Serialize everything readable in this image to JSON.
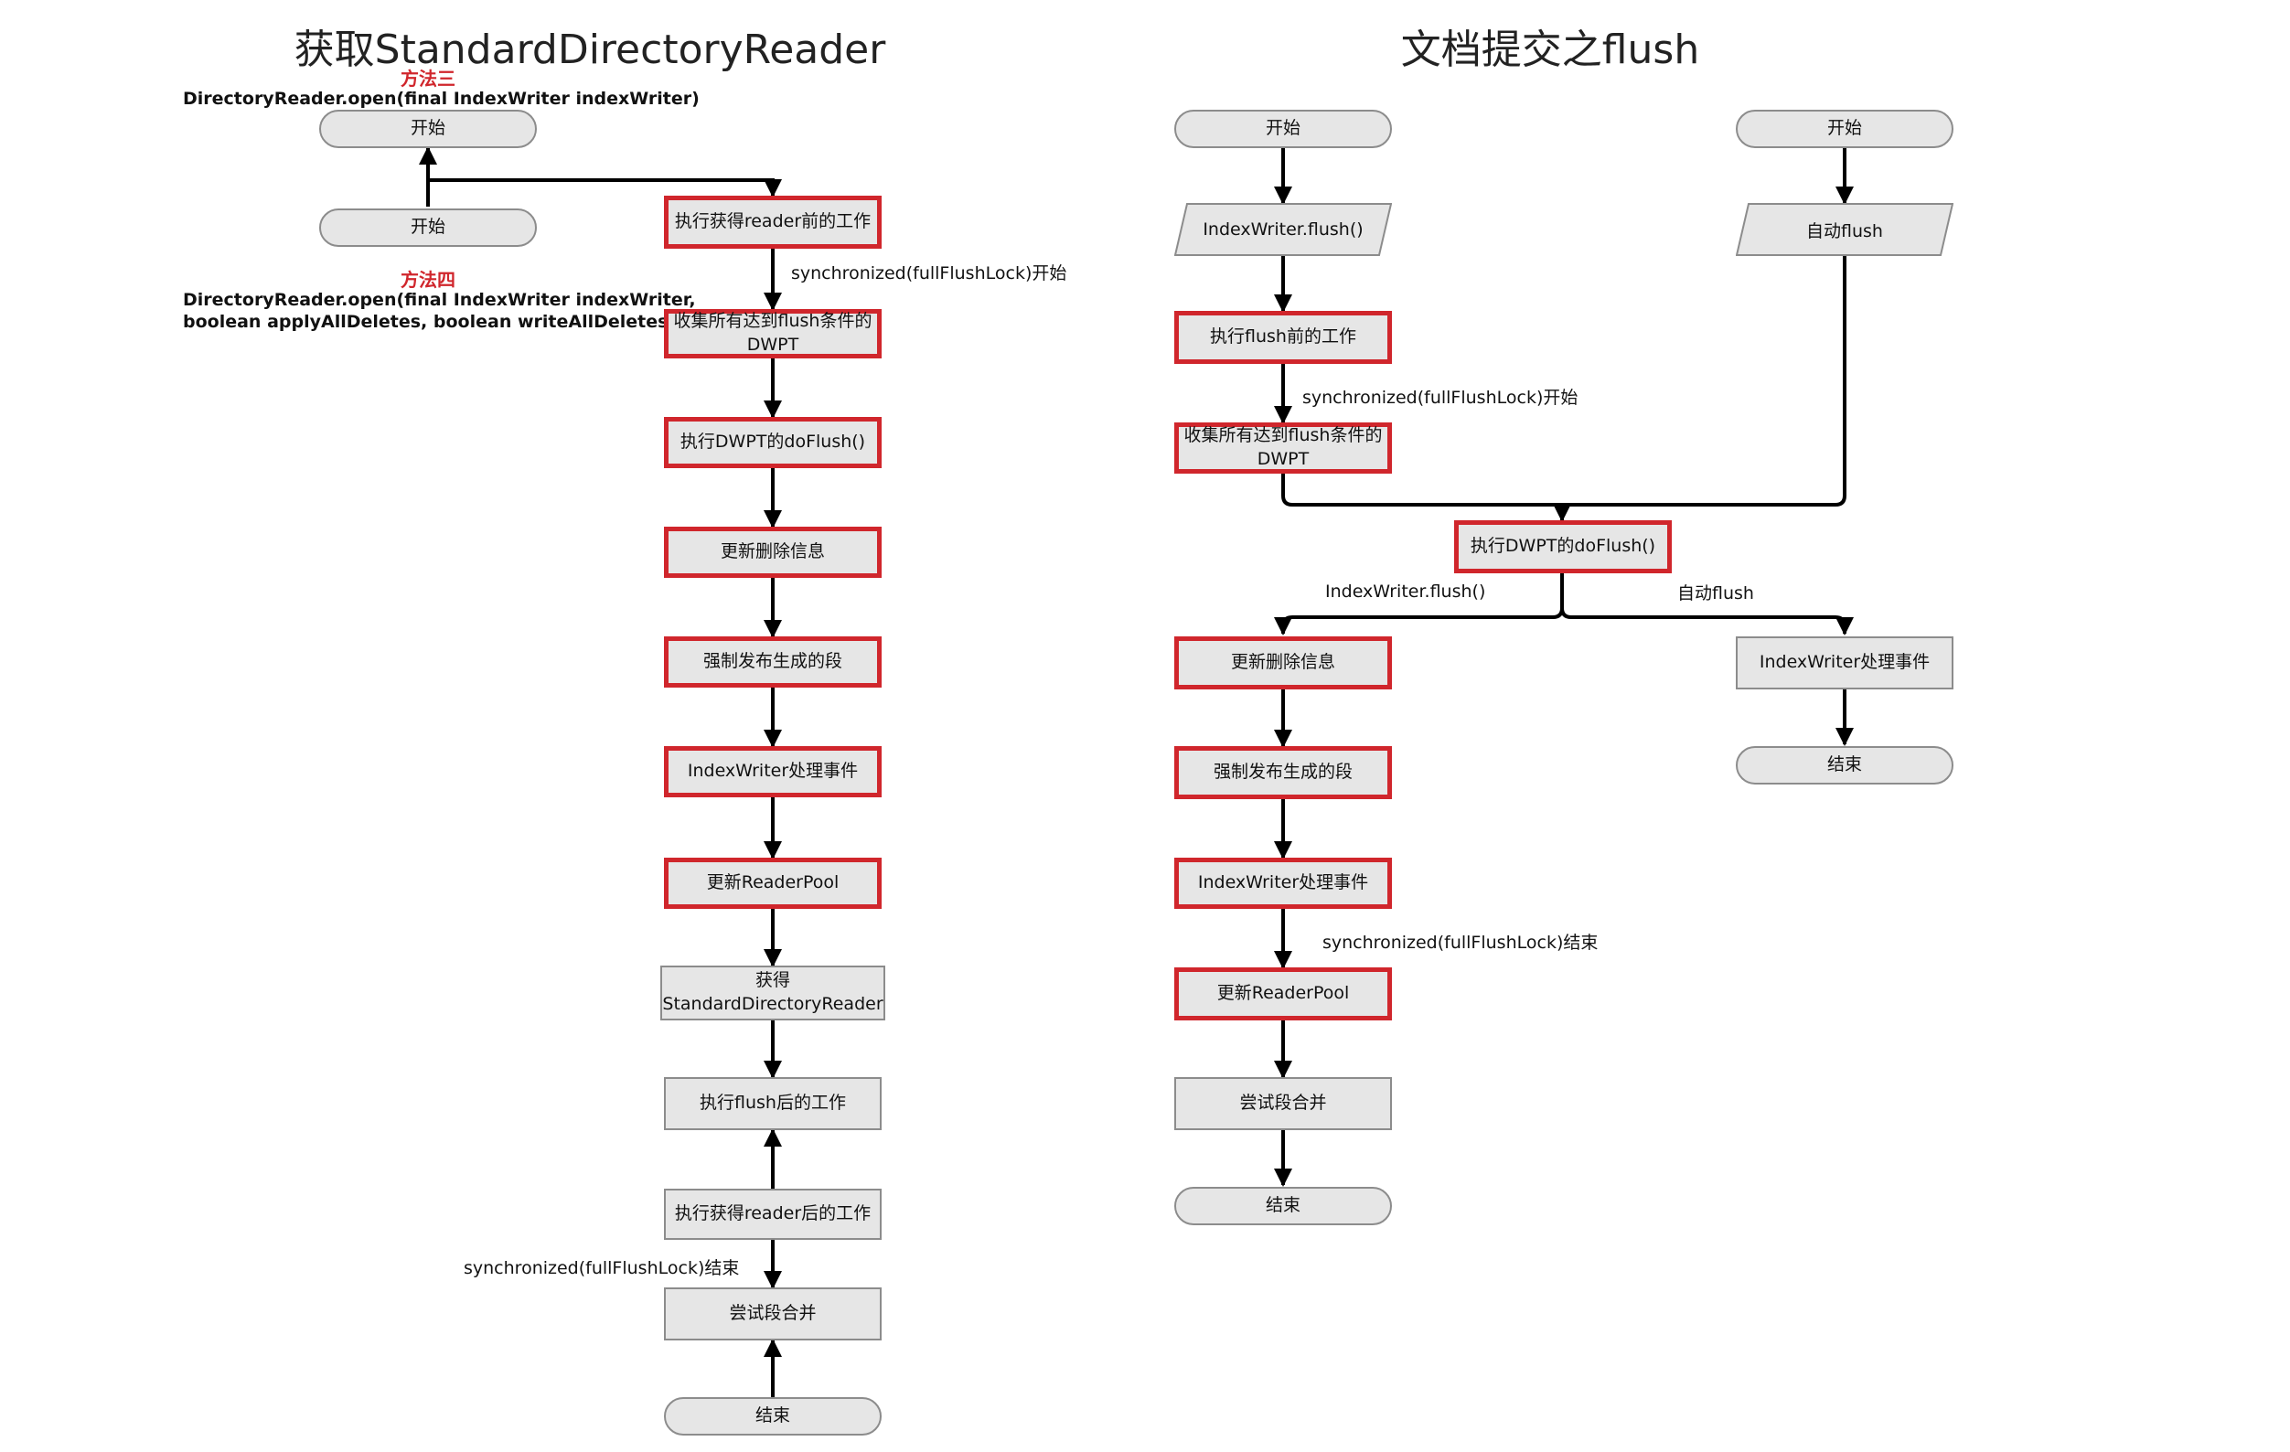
{
  "left": {
    "title": "获取StandardDirectoryReader",
    "method3": {
      "tag": "方法三",
      "signature": "DirectoryReader.open(final IndexWriter indexWriter)"
    },
    "method4": {
      "tag": "方法四",
      "signature_line1": "DirectoryReader.open(final IndexWriter indexWriter,",
      "signature_line2": "boolean applyAllDeletes, boolean writeAllDeletes)"
    },
    "start_top": "开始",
    "start_bottom": "开始",
    "steps": {
      "pre_reader": "执行获得reader前的工作",
      "collect": "收集所有达到flush条件的DWPT",
      "do_flush": "执行DWPT的doFlush()",
      "update_deletes": "更新删除信息",
      "publish": "强制发布生成的段",
      "events": "IndexWriter处理事件",
      "reader_pool": "更新ReaderPool",
      "get_reader": "获得StandardDirectoryReader",
      "post_flush": "执行flush后的工作",
      "post_reader": "执行获得reader后的工作",
      "merge": "尝试段合并",
      "end": "结束"
    },
    "sync_start": "synchronized(fullFlushLock)开始",
    "sync_end": "synchronized(fullFlushLock)结束"
  },
  "right": {
    "title": "文档提交之flush",
    "start_left": "开始",
    "start_right": "开始",
    "input_flush": "IndexWriter.flush()",
    "input_auto": "自动flush",
    "steps": {
      "pre_flush": "执行flush前的工作",
      "collect": "收集所有达到flush条件的DWPT",
      "do_flush": "执行DWPT的doFlush()",
      "update_deletes": "更新删除信息",
      "publish": "强制发布生成的段",
      "events": "IndexWriter处理事件",
      "reader_pool": "更新ReaderPool",
      "merge": "尝试段合并",
      "end": "结束",
      "events_auto": "IndexWriter处理事件",
      "end_auto": "结束"
    },
    "sync_start": "synchronized(fullFlushLock)开始",
    "sync_end": "synchronized(fullFlushLock)结束",
    "branch_flush": "IndexWriter.flush()",
    "branch_auto": "自动flush"
  },
  "colors": {
    "highlight": "#d0262c",
    "box_fill": "#e6e6e6",
    "box_border": "#8c8c8c",
    "line": "#000000"
  }
}
